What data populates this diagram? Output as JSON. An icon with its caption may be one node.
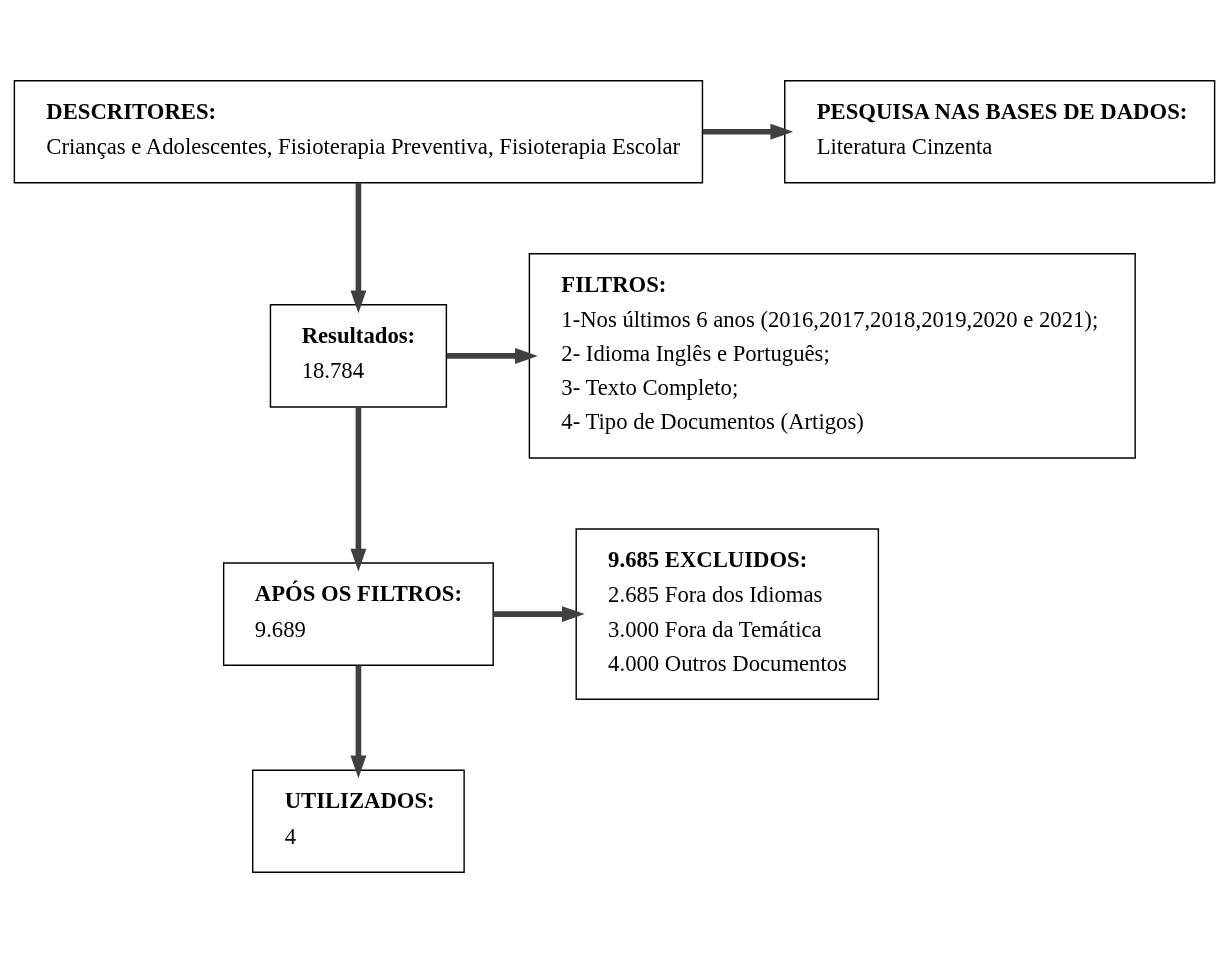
{
  "diagram": {
    "nodes": [
      {
        "text": [
          "DESCRITORES:",
          "Crianças e Adolescentes, Fisioterapia Preventiva, Fisioterapia Escolar"
        ]
      },
      {
        "text": [
          "PESQUISA NAS BASES DE DADOS:",
          "Literatura Cinzenta"
        ]
      },
      {
        "text": [
          "Resultados:",
          "18.784"
        ]
      },
      {
        "text": [
          "FILTROS:",
          "1-Nos últimos 6 anos (2016,2017,2018,2019,2020 e 2021);",
          "2- Idioma Inglês e Português;",
          "3- Texto Completo;",
          "4- Tipo de Documentos (Artigos)"
        ]
      },
      {
        "text": [
          "APÓS OS FILTROS:",
          "9.689"
        ]
      },
      {
        "text": [
          "9.685 EXCLUIDOS:",
          "2.685 Fora dos Idiomas",
          "3.000 Fora da Temática",
          "4.000 Outros Documentos"
        ]
      },
      {
        "text": [
          "UTILIZADOS:",
          "4"
        ]
      }
    ],
    "edges": [
      {
        "from": 0,
        "to": 1,
        "arrow": "to"
      },
      {
        "from": 0,
        "to": 2,
        "arrow": "to"
      },
      {
        "from": 2,
        "to": 3,
        "arrow": "to"
      },
      {
        "from": 2,
        "to": 4,
        "arrow": "to"
      },
      {
        "from": 4,
        "to": 5,
        "arrow": "to"
      },
      {
        "from": 4,
        "to": 6,
        "arrow": "to"
      }
    ]
  }
}
